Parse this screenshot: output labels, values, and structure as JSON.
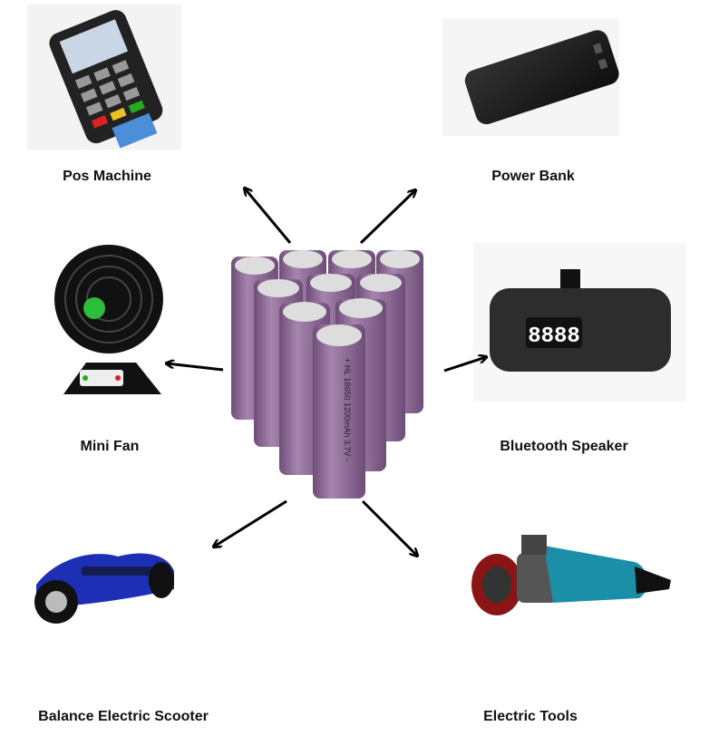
{
  "labels": {
    "pos": "Pos Machine",
    "powerbank": "Power Bank",
    "fan": "Mini Fan",
    "speaker": "Bluetooth Speaker",
    "scooter": "Balance Electric Scooter",
    "tools": "Electric Tools"
  },
  "battery_text": "+ HL 18650 1200mAh 3.7V -",
  "speaker_display": "8888",
  "colors": {
    "battery": "#8e6a95",
    "battery_dark": "#6e4d78",
    "arrow": "#000000",
    "scooter": "#1d2fb5",
    "grinder": "#1b8fa8"
  }
}
